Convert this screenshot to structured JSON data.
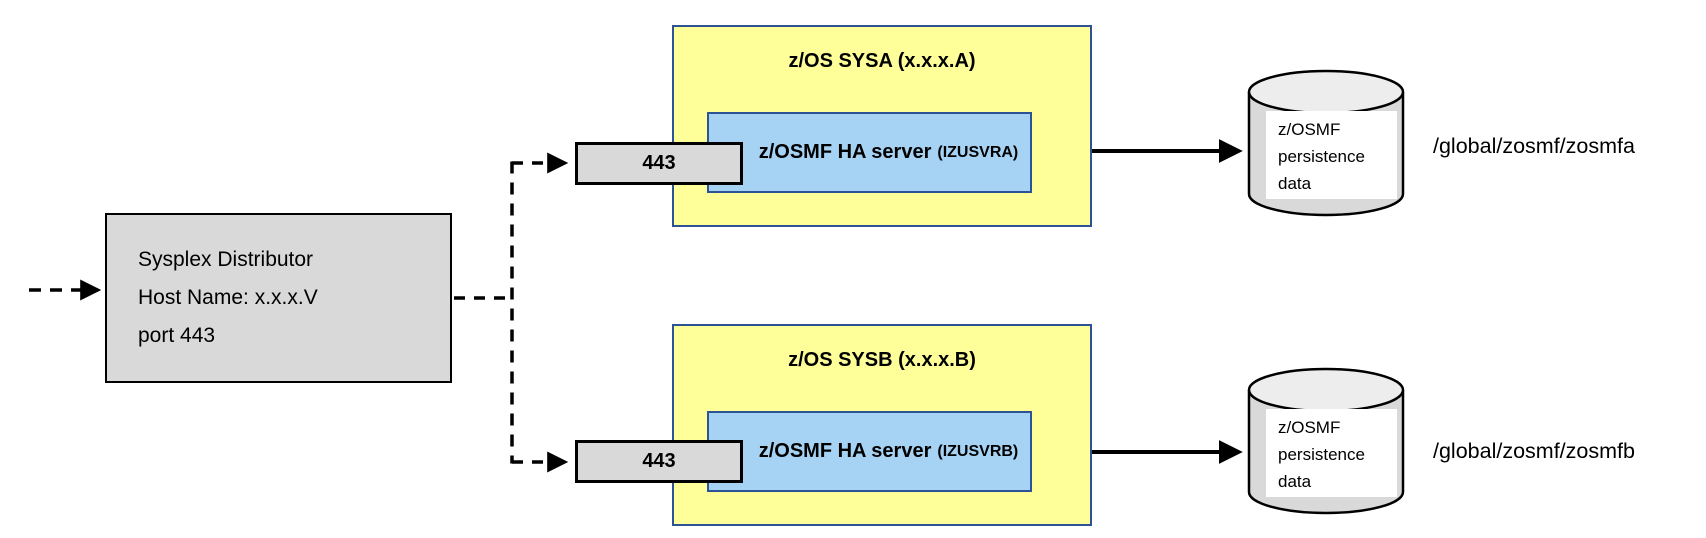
{
  "distributor": {
    "lines": [
      "Sysplex Distributor",
      "Host Name: x.x.x.V",
      "port 443"
    ]
  },
  "systems": [
    {
      "title": "z/OS SYSA (x.x.x.A)",
      "port": "443",
      "server_label": "z/OSMF HA server",
      "server_id": "(IZUSVRA)",
      "datastore_lines": [
        "z/OSMF",
        "persistence",
        "data"
      ],
      "mount_path": "/global/zosmf/zosmfa"
    },
    {
      "title": "z/OS SYSB (x.x.x.B)",
      "port": "443",
      "server_label": "z/OSMF HA server",
      "server_id": "(IZUSVRB)",
      "datastore_lines": [
        "z/OSMF",
        "persistence",
        "data"
      ],
      "mount_path": "/global/zosmf/zosmfb"
    }
  ],
  "colors": {
    "system_fill": "#FFFF99",
    "server_fill": "#A6D3F3",
    "box_border": "#2E5395",
    "gray_fill": "#D9D9D9",
    "cylinder_top_fill": "#EDEDED",
    "line": "#000000"
  }
}
